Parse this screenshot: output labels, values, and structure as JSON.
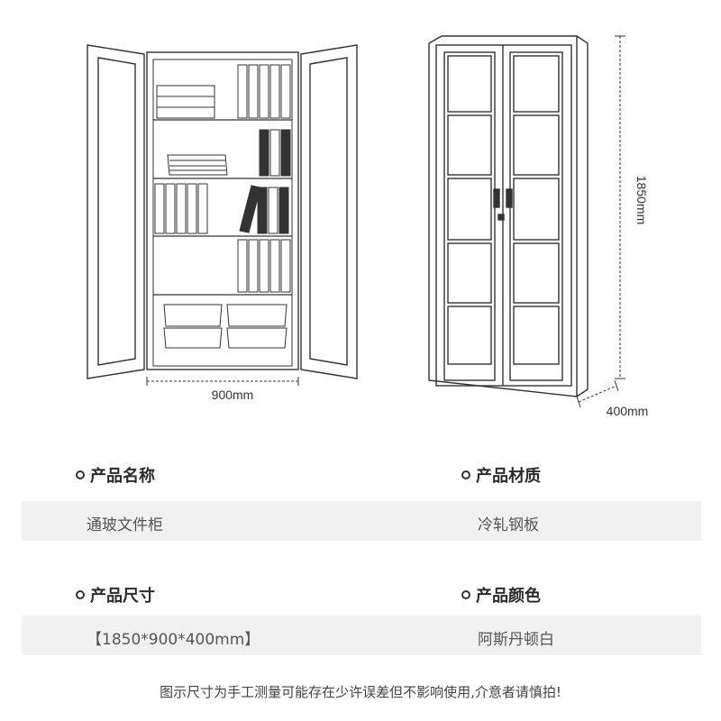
{
  "dimensions": {
    "width_label": "900mm",
    "height_label": "1850mm",
    "depth_label": "400mm"
  },
  "specs": {
    "name": {
      "label": "产品名称",
      "value": "通玻文件柜"
    },
    "material": {
      "label": "产品材质",
      "value": "冷轧钢板"
    },
    "size": {
      "label": "产品尺寸",
      "value": "【1850*900*400mm】"
    },
    "color": {
      "label": "产品颜色",
      "value": "阿斯丹顿白"
    }
  },
  "footnote": "图示尺寸为手工测量可能存在少许误差但不影响使用,介意者请慎拍!"
}
